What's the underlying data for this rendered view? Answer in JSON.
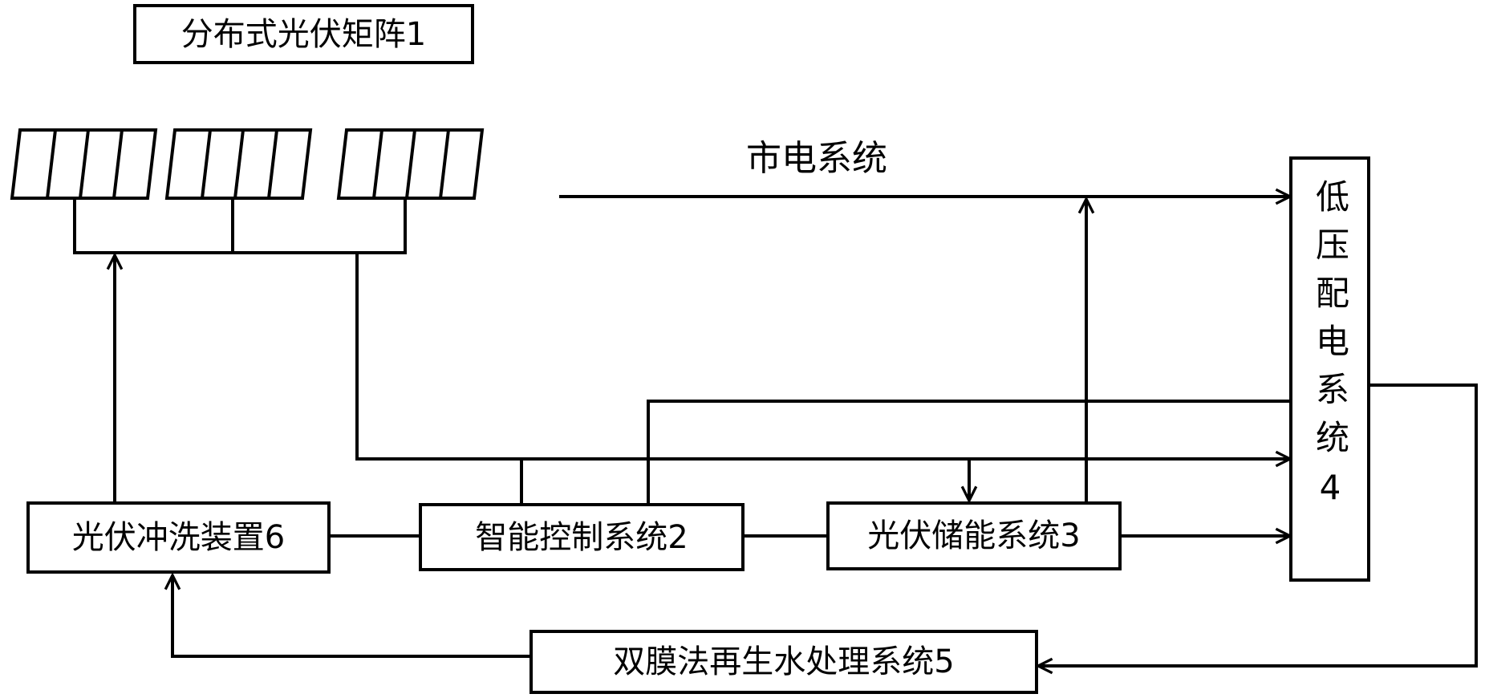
{
  "boxes": {
    "pv_array": "分布式光伏矩阵1",
    "intelligent_control": "智能控制系统2",
    "pv_storage": "光伏储能系统3",
    "low_voltage_distribution": "低压配电系统4",
    "water_treatment": "双膜法再生水处理系统5",
    "pv_cleaning": "光伏冲洗装置6"
  },
  "labels": {
    "mains": "市电系统"
  },
  "colors": {
    "line": "#000000",
    "background": "#ffffff"
  }
}
